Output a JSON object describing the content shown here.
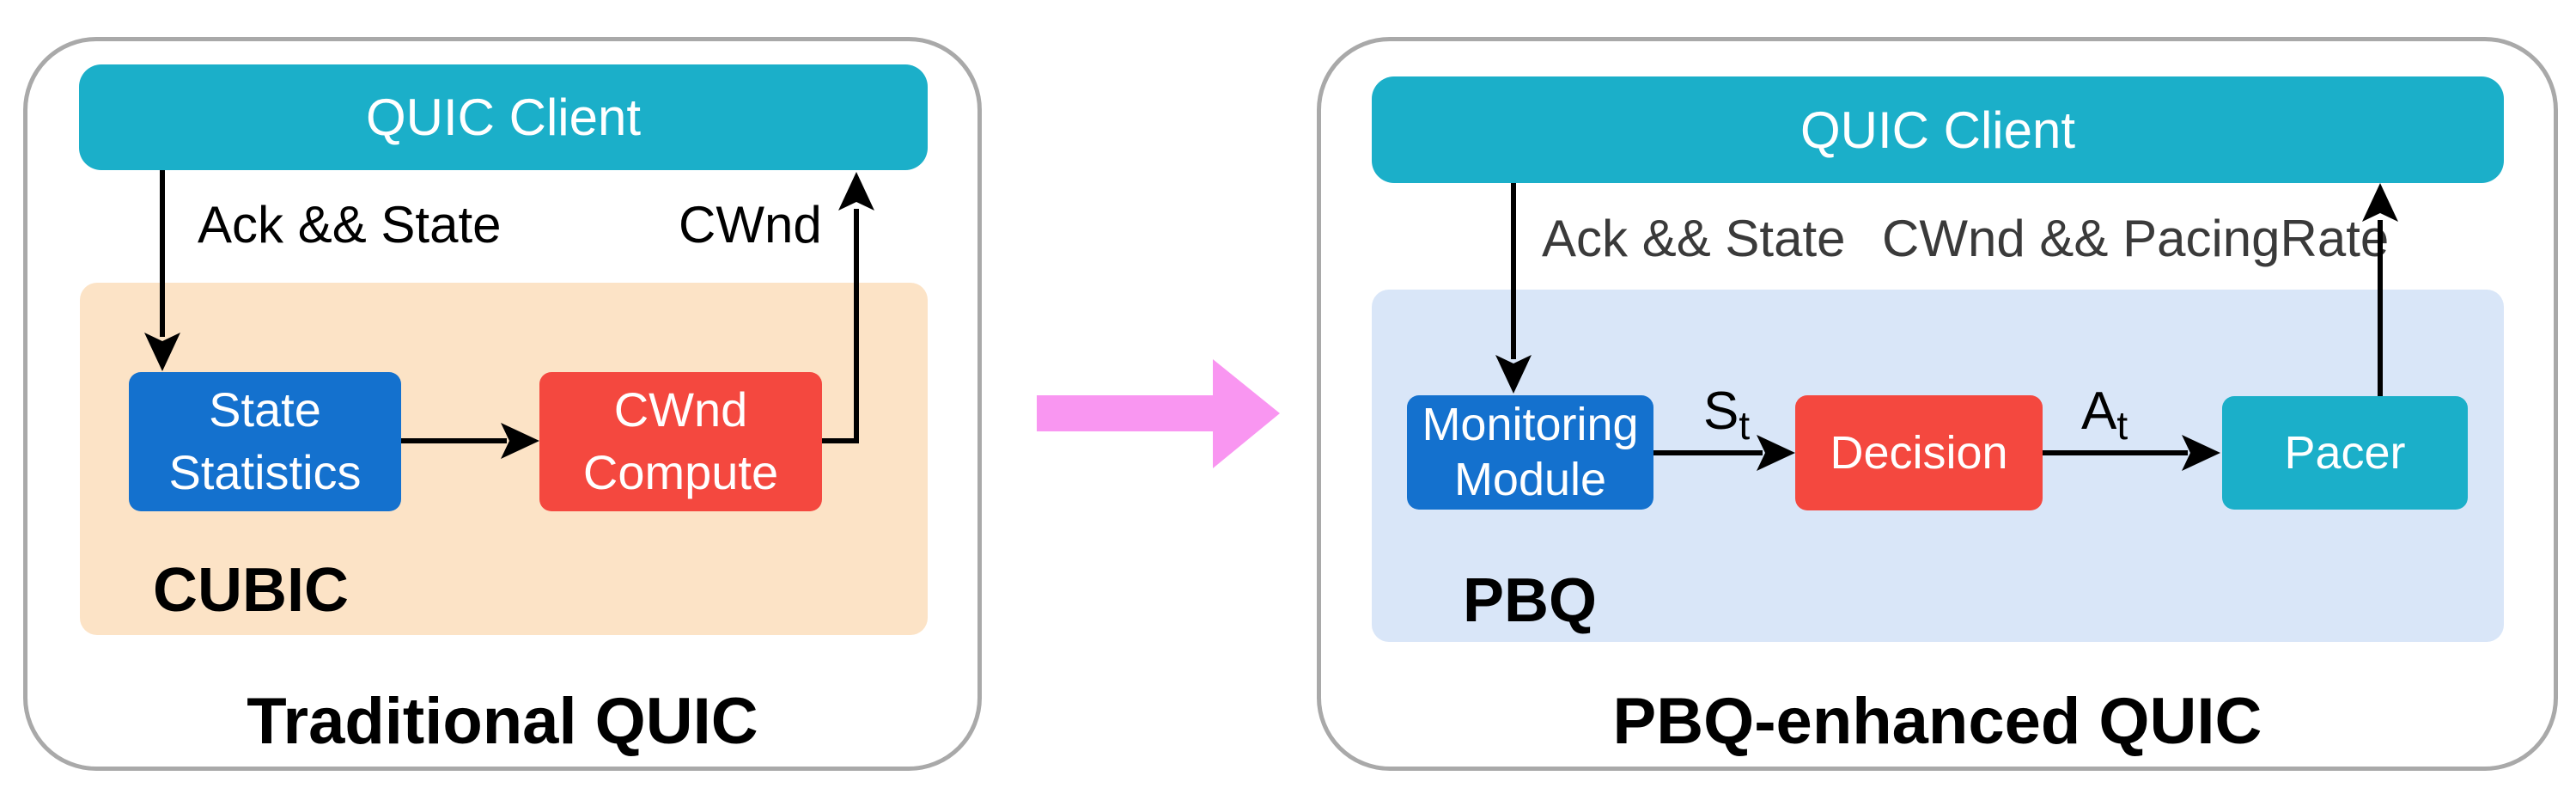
{
  "colors": {
    "teal": "#1bafc9",
    "blue": "#1471ce",
    "red": "#f4483f",
    "cubic_background": "#fce3c6",
    "pbq_background": "#d9e6f8",
    "pink_transition_arrow": "#f996f1",
    "panel_border": "#a9a9a9",
    "label_black": "#000000",
    "label_dark_gray": "#3a3a3a"
  },
  "left_panel": {
    "title": "Traditional QUIC",
    "client_label": "QUIC Client",
    "down_flow_label": "Ack && State",
    "up_flow_label": "CWnd",
    "algorithm": {
      "name": "CUBIC",
      "modules": [
        "State Statistics",
        "CWnd Compute"
      ]
    }
  },
  "right_panel": {
    "title": "PBQ-enhanced QUIC",
    "client_label": "QUIC Client",
    "down_flow_label": "Ack && State",
    "up_flow_label": "CWnd && PacingRate",
    "algorithm": {
      "name": "PBQ",
      "modules": [
        "Monitoring Module",
        "Decision",
        "Pacer"
      ],
      "state_signal": {
        "main": "S",
        "sub": "t"
      },
      "action_signal": {
        "main": "A",
        "sub": "t"
      }
    }
  }
}
